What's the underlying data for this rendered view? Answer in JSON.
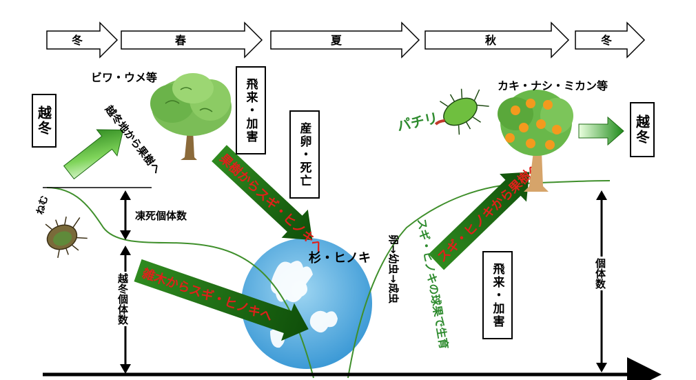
{
  "seasons": [
    "冬",
    "春",
    "夏",
    "秋",
    "冬"
  ],
  "hosts": {
    "spring": "ビワ・ウメ等",
    "autumn": "カキ・ナシ・ミカン等"
  },
  "boxes": {
    "overwinter_left": "越冬",
    "flying_damage_spring": "飛来・加害",
    "oviposition_death": "産卵・死亡",
    "flying_damage_autumn": "飛来・加害",
    "overwinter_right": "越冬"
  },
  "labels": {
    "from_overwinter_site": "越冬地から果樹へ",
    "from_fruit_to_cedar": "果樹からスギ・ヒノキへ",
    "from_misc_to_cedar": "雑木からスギ・ヒノキへ",
    "from_cedar_to_fruit": "スギ・ヒノキから果樹へ",
    "pachiri": "パチリ",
    "cedar_cypress": "杉・ヒノキ",
    "dead_count": "凍死個体数",
    "overwinter_count": "越冬個体数",
    "population": "個体数",
    "egg_chain": "卵→幼虫→成虫",
    "mature_on_cone": "スギ・ヒノキの球果で生育",
    "bug_left": "ねむ"
  },
  "colors": {
    "arrow_green_dark": "#1e6b14",
    "arrow_green_light": "#6fd04b",
    "globe_blue": "#5ab4e8",
    "curve_green": "#3f8f2b",
    "migration_text": "#e0201a",
    "tree_green": "#6bb34a",
    "fruit_orange": "#f39a1e"
  },
  "icons": [
    "bug-icon-left",
    "bug-icon-pachiri",
    "loquat-tree-icon",
    "persimmon-tree-icon",
    "cedar-globe-icon"
  ]
}
